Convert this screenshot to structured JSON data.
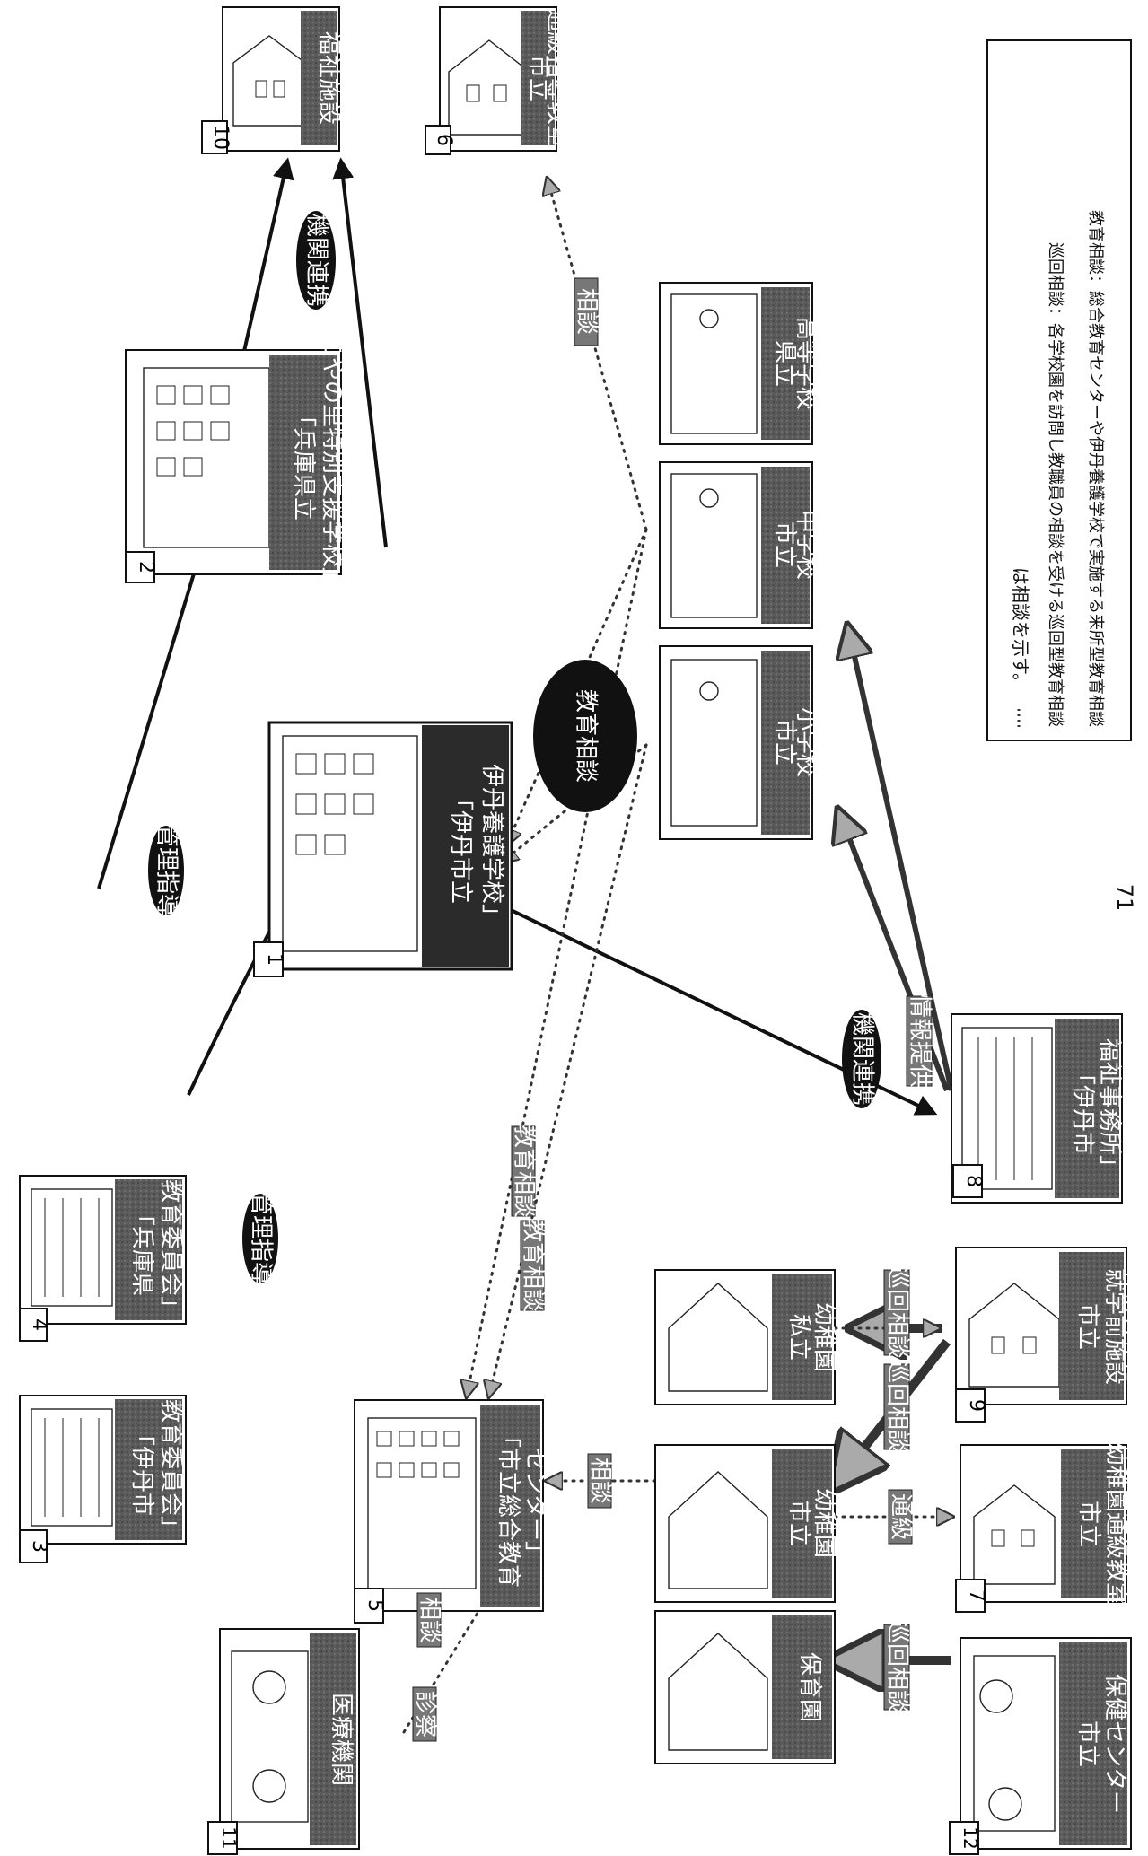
{
  "nodes": {
    "n1": {
      "num": "1",
      "title": "「伊丹市立",
      "sub": "伊丹養護学校」"
    },
    "n2": {
      "num": "2",
      "title": "「兵庫県立",
      "sub": "こやの里特別支援学校」"
    },
    "n3": {
      "num": "3",
      "title": "「伊丹市",
      "sub": "教育委員会」"
    },
    "n4": {
      "num": "4",
      "title": "「兵庫県",
      "sub": "教育委員会」"
    },
    "n5": {
      "num": "5",
      "title": "「市立総合教育",
      "sub": "センター」"
    },
    "n6": {
      "num": "6",
      "title": "市立",
      "sub": "通級指導教室"
    },
    "n7": {
      "num": "7",
      "title": "市立",
      "sub": "幼稚園通級教室"
    },
    "n8": {
      "num": "8",
      "title": "「伊丹市",
      "sub": "福祉事務所」"
    },
    "n9": {
      "num": "9",
      "title": "市立",
      "sub": "就学前施設"
    },
    "n10": {
      "num": "10",
      "title": "福祉施設",
      "sub": ""
    },
    "n11": {
      "num": "11",
      "title": "医療機関",
      "sub": ""
    },
    "n12": {
      "num": "12",
      "title": "市立",
      "sub": "保健センター"
    },
    "elem": {
      "title": "市立",
      "sub": "小学校"
    },
    "mid": {
      "title": "市立",
      "sub": "中学校"
    },
    "high": {
      "title": "県立",
      "sub": "高等学校"
    },
    "private_kg": {
      "title": "私立",
      "sub": "幼稚園"
    },
    "city_kg": {
      "title": "市立",
      "sub": "幼稚園"
    },
    "nursery": {
      "title": "保育園",
      "sub": ""
    }
  },
  "labels": {
    "kanri1": "管理指導",
    "kanri2": "管理指導",
    "kikan1": "機関連携",
    "kikan2": "機関連携",
    "kyoiku": "教育相談",
    "kyoiku2": "教育相談",
    "kyoiku3": "教育相談",
    "soudan1": "相談",
    "soudan2": "相談",
    "soudan3": "相談",
    "tsukyu": "通級",
    "junkai1": "巡回相談",
    "junkai2": "巡回相談",
    "junkai3": "巡回相談",
    "joho": "情報提供",
    "shinsatsu": "診察"
  },
  "legend": {
    "line1": "は相談を示す。",
    "line2": "巡回相談：各学校園を訪問し教職員の相談を受ける巡回型教育相談",
    "line3": "教育相談：総合教育センターや伊丹養護学校で実施する来所型教育相談"
  },
  "page_number": "71"
}
